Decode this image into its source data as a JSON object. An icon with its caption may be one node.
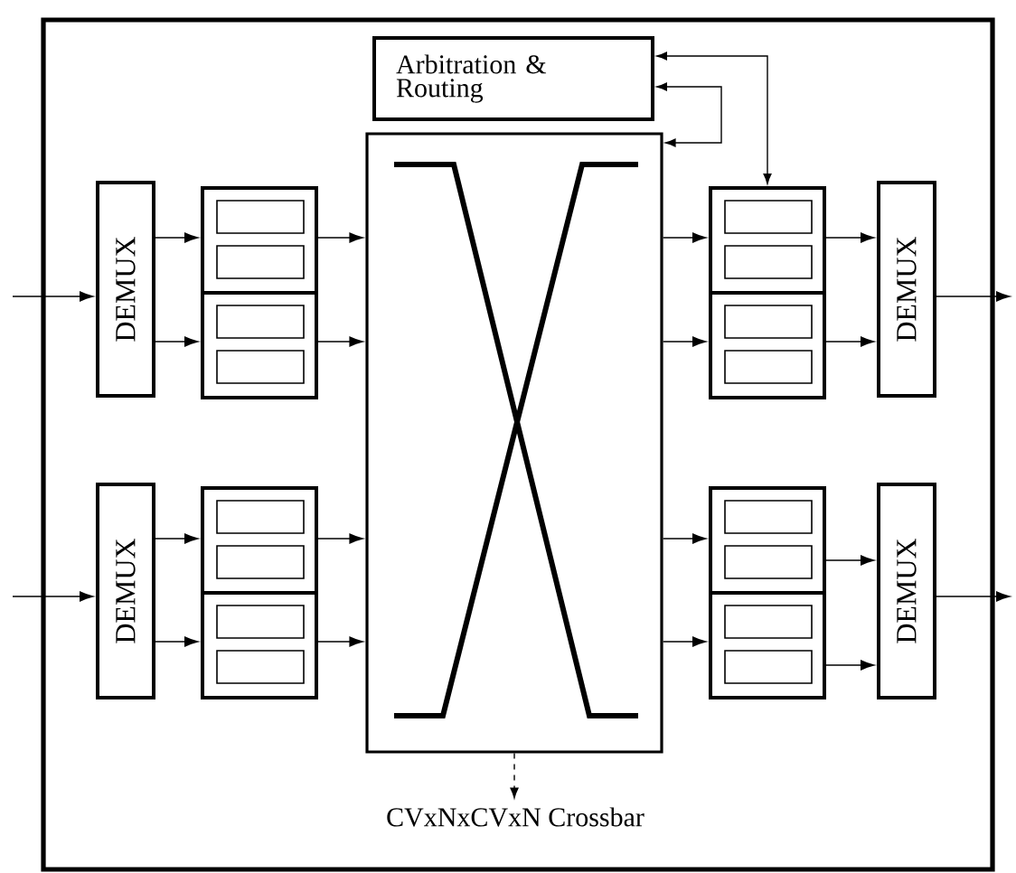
{
  "diagram": {
    "nodes": [
      {
        "text": [],
        "shape": "box"
      },
      {
        "text": [
          "Arbitration & Routing"
        ],
        "in": 0
      },
      {
        "text": [],
        "shape": "box",
        "in": 0
      },
      {
        "text": [
          "CVxNxCVxN Crossbar"
        ],
        "in": 0
      },
      {
        "text": [
          "DEMUX"
        ],
        "in": 0
      },
      {
        "text": [
          "DEMUX"
        ],
        "in": 0
      },
      {
        "text": [],
        "shape": "box",
        "in": 0
      },
      {
        "text": [],
        "shape": "box",
        "in": 0
      },
      {
        "text": [],
        "shape": "box",
        "in": 0
      },
      {
        "text": [],
        "shape": "box",
        "in": 0
      },
      {
        "text": [],
        "shape": "box",
        "in": 0
      },
      {
        "text": [],
        "shape": "box",
        "in": 0
      },
      {
        "text": [],
        "shape": "box",
        "in": 0
      },
      {
        "text": [],
        "shape": "box",
        "in": 0
      },
      {
        "text": [
          "DEMUX"
        ],
        "in": 0
      },
      {
        "text": [
          "DEMUX"
        ],
        "in": 0
      },
      {
        "text": [],
        "shape": "box",
        "in": 6
      },
      {
        "text": [],
        "shape": "box",
        "in": 6
      },
      {
        "text": [],
        "shape": "box",
        "in": 7
      },
      {
        "text": [],
        "shape": "box",
        "in": 7
      },
      {
        "text": [],
        "shape": "box",
        "in": 8
      },
      {
        "text": [],
        "shape": "box",
        "in": 8
      },
      {
        "text": [],
        "shape": "box",
        "in": 9
      },
      {
        "text": [],
        "shape": "box",
        "in": 9
      },
      {
        "text": [],
        "shape": "box",
        "in": 10
      },
      {
        "text": [],
        "shape": "box",
        "in": 10
      },
      {
        "text": [],
        "shape": "box",
        "in": 11
      },
      {
        "text": [],
        "shape": "box",
        "in": 11
      },
      {
        "text": [],
        "shape": "box",
        "in": 12
      },
      {
        "text": [],
        "shape": "box",
        "in": 12
      },
      {
        "text": [],
        "shape": "box",
        "in": 13
      },
      {
        "text": [],
        "shape": "box",
        "in": 13
      }
    ],
    "edges": [
      {
        "from": null,
        "to": 4,
        "arrow": "to"
      },
      {
        "from": null,
        "to": 5,
        "arrow": "to"
      },
      {
        "from": 4,
        "to": 6,
        "arrow": "to"
      },
      {
        "from": 4,
        "to": 7,
        "arrow": "to"
      },
      {
        "from": 5,
        "to": 8,
        "arrow": "to"
      },
      {
        "from": 5,
        "to": 9,
        "arrow": "to"
      },
      {
        "from": 6,
        "to": 2,
        "arrow": "to"
      },
      {
        "from": 7,
        "to": 2,
        "arrow": "to"
      },
      {
        "from": 8,
        "to": 2,
        "arrow": "to"
      },
      {
        "from": 9,
        "to": 2,
        "arrow": "to"
      },
      {
        "from": 2,
        "to": 10,
        "arrow": "to"
      },
      {
        "from": 2,
        "to": 11,
        "arrow": "to"
      },
      {
        "from": 2,
        "to": 12,
        "arrow": "to"
      },
      {
        "from": 2,
        "to": 13,
        "arrow": "to"
      },
      {
        "from": 10,
        "to": 14,
        "arrow": "to"
      },
      {
        "from": 11,
        "to": 14,
        "arrow": "to"
      },
      {
        "from": 12,
        "to": 15,
        "arrow": "to"
      },
      {
        "from": 13,
        "to": 15,
        "arrow": "to"
      },
      {
        "from": 14,
        "to": null,
        "arrow": "to"
      },
      {
        "from": 15,
        "to": null,
        "arrow": "to"
      },
      {
        "from": 10,
        "to": 1,
        "arrow": "both"
      },
      {
        "from": 2,
        "to": 1,
        "arrow": "both"
      },
      {
        "from": 2,
        "to": 3,
        "arrow": "to",
        "style": "dashed"
      }
    ]
  }
}
